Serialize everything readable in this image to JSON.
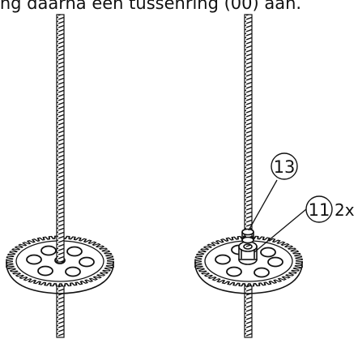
{
  "instruction": {
    "text": "ing daarna een tussenring (00) aan."
  },
  "callouts": [
    {
      "number": "13",
      "quantity": ""
    },
    {
      "number": "11",
      "quantity": "2x"
    }
  ],
  "colors": {
    "ink": "#111111",
    "background": "#ffffff"
  },
  "icons": {
    "left-assembly": "threaded-rod-with-gear-icon",
    "right-assembly": "threaded-rod-with-gear-nut-ring-icon"
  }
}
